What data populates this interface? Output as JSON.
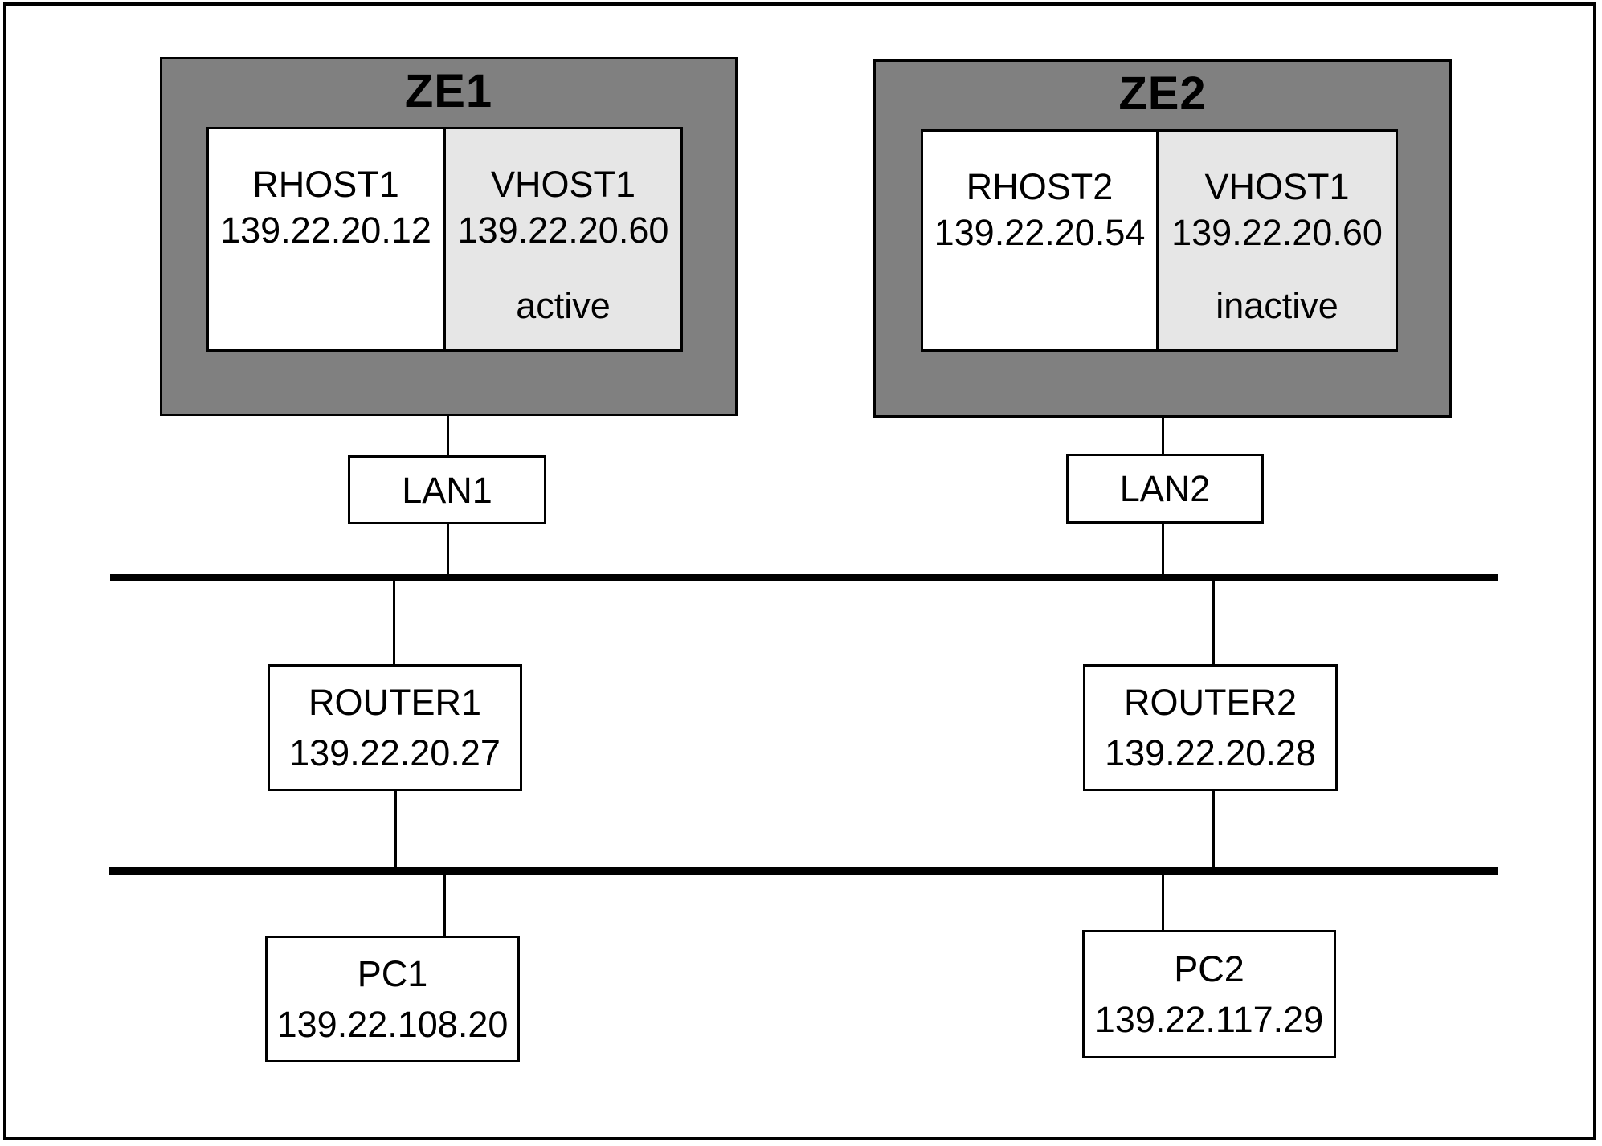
{
  "diagram": {
    "zones": [
      {
        "title": "ZE1",
        "hosts": [
          {
            "name": "RHOST1",
            "ip": "139.22.20.12",
            "status": ""
          },
          {
            "name": "VHOST1",
            "ip": "139.22.20.60",
            "status": "active"
          }
        ]
      },
      {
        "title": "ZE2",
        "hosts": [
          {
            "name": "RHOST2",
            "ip": "139.22.20.54",
            "status": ""
          },
          {
            "name": "VHOST1",
            "ip": "139.22.20.60",
            "status": "inactive"
          }
        ]
      }
    ],
    "lans": [
      {
        "label": "LAN1"
      },
      {
        "label": "LAN2"
      }
    ],
    "routers": [
      {
        "name": "ROUTER1",
        "ip": "139.22.20.27"
      },
      {
        "name": "ROUTER2",
        "ip": "139.22.20.28"
      }
    ],
    "pcs": [
      {
        "name": "PC1",
        "ip": "139.22.108.20"
      },
      {
        "name": "PC2",
        "ip": "139.22.117.29"
      }
    ],
    "colors": {
      "zone_fill": "#808080",
      "real_host_fill": "#ffffff",
      "virtual_host_fill": "#e6e6e6",
      "line": "#000000",
      "background": "#ffffff"
    }
  }
}
